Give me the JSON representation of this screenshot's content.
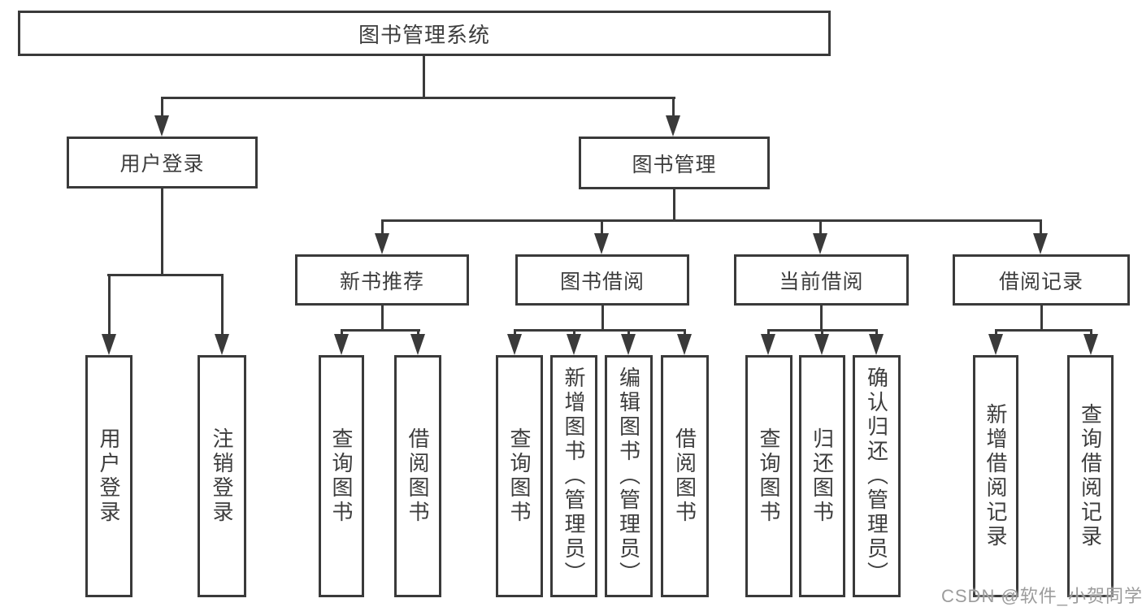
{
  "tree": {
    "label": "图书管理系统",
    "children": [
      {
        "label": "用户登录",
        "children": [
          {
            "label": "用户登录"
          },
          {
            "label": "注销登录"
          }
        ]
      },
      {
        "label": "图书管理",
        "children": [
          {
            "label": "新书推荐",
            "children": [
              {
                "label": "查询图书"
              },
              {
                "label": "借阅图书"
              }
            ]
          },
          {
            "label": "图书借阅",
            "children": [
              {
                "label": "查询图书"
              },
              {
                "label": "新增图书（管理员）"
              },
              {
                "label": "编辑图书（管理员）"
              },
              {
                "label": "借阅图书"
              }
            ]
          },
          {
            "label": "当前借阅",
            "children": [
              {
                "label": "查询图书"
              },
              {
                "label": "归还图书"
              },
              {
                "label": "确认归还（管理员）"
              }
            ]
          },
          {
            "label": "借阅记录",
            "children": [
              {
                "label": "新增借阅记录"
              },
              {
                "label": "查询借阅记录"
              }
            ]
          }
        ]
      }
    ]
  },
  "watermark": {
    "text": "CSDN @软件_小贺同学"
  },
  "colors": {
    "line": "#3a3a3a",
    "text": "#3d3d3d",
    "box_background": "#ffffff",
    "watermark": "#9c9c9c",
    "background": "#ffffff"
  }
}
